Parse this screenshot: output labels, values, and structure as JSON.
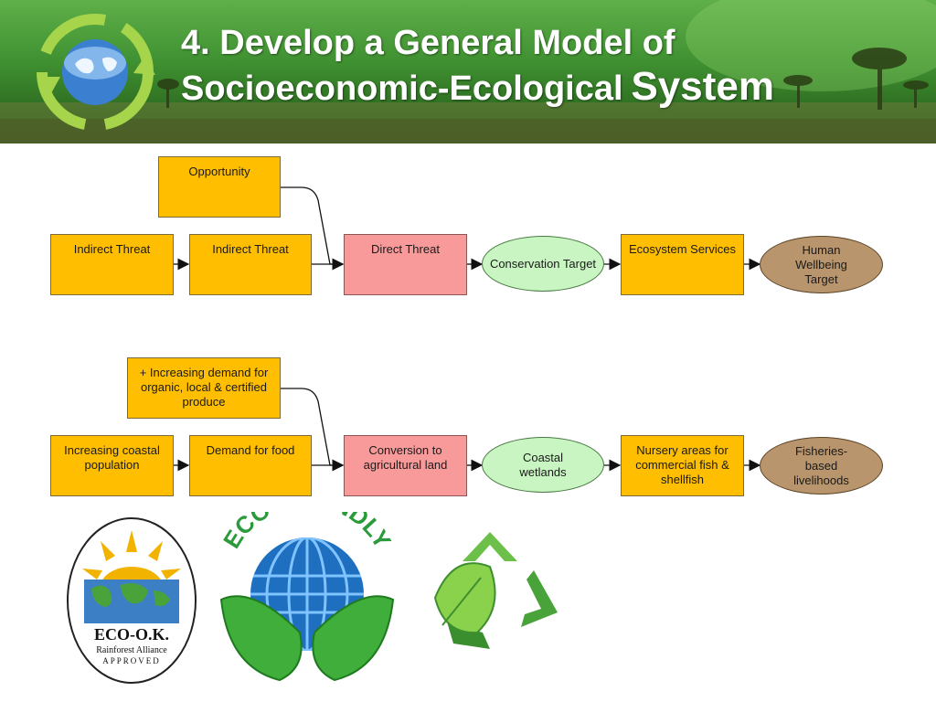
{
  "slide": {
    "title_line1": "4. Develop a General Model of",
    "title_line2": "Socioeconomic-Ecological",
    "title_line2_big": "System"
  },
  "diagram": {
    "generic": {
      "context": "Opportunity",
      "chain": [
        "Indirect Threat",
        "Indirect Threat",
        "Direct Threat",
        "Conservation Target",
        "Ecosystem Services",
        "Human Wellbeing Target"
      ]
    },
    "example": {
      "context": "+ Increasing demand for organic, local & certified produce",
      "chain": [
        "Increasing coastal population",
        "Demand for food",
        "Conversion to agricultural land",
        "Coastal wetlands",
        "Nursery areas for commercial fish & shellfish",
        "Fisheries-based livelihoods"
      ]
    }
  },
  "logos": {
    "eco_ok": {
      "name": "ECO-O.K.",
      "subtitle": "Rainforest Alliance",
      "approved": "APPROVED"
    },
    "eco_friendly": {
      "text": "ECO FRIENDLY"
    }
  },
  "colors": {
    "threat": "#ffbf00",
    "direct_threat": "#f99a9a",
    "conservation_target": "#c9f5c2",
    "wellbeing_target": "#b8956c",
    "header_green": "#3e8f30"
  }
}
